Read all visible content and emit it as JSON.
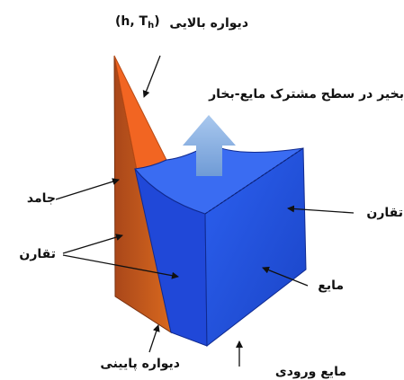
{
  "labels": {
    "top_wall": "دیواره بالایی",
    "top_wall_condition": "(h, T",
    "top_wall_condition_subscript": "h",
    "top_wall_condition_close": ")",
    "evaporation": "بخیر در سطح مشترک مایع-بخار",
    "solid": "جامد",
    "symmetry_left": "تقارن",
    "symmetry_right": "تقارن",
    "liquid": "مایع",
    "bottom_wall": "دیواره پایینی",
    "liquid_inlet": "مایع ورودی"
  },
  "colors": {
    "solid_front": "#c2581b",
    "solid_top": "#f26522",
    "liquid_front": "#2255e8",
    "liquid_side": "#1e49cf",
    "liquid_top": "#2f66f0",
    "arrow_fill": "#8fb6e6"
  }
}
